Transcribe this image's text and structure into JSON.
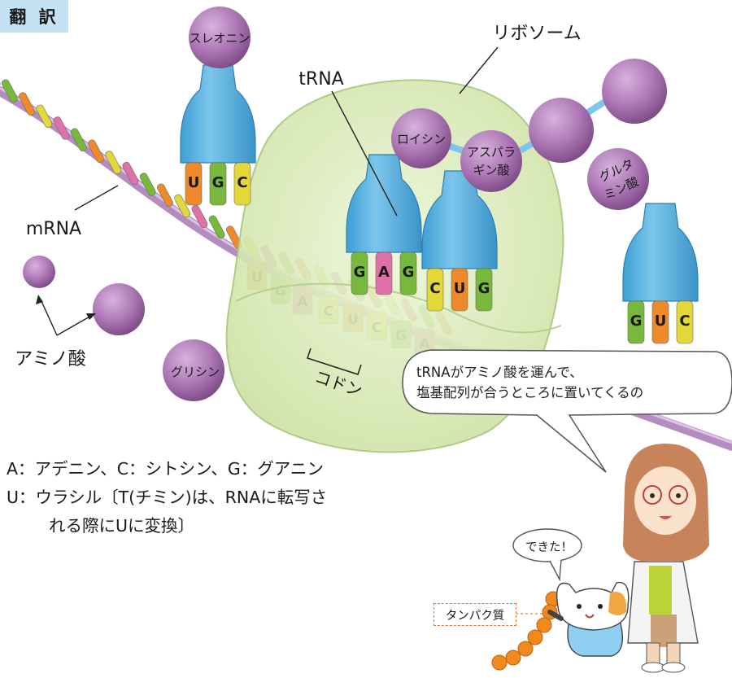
{
  "header": {
    "title": "翻 訳"
  },
  "labels": {
    "ribosome": "リボソーム",
    "trna": "tRNA",
    "mrna": "mRNA",
    "amino_acid": "アミノ酸",
    "codon": "コドン",
    "glycine": "グリシン",
    "threonine": "スレオニン",
    "leucine": "ロイシン",
    "asparagine_l1": "アスパラ",
    "asparagine_l2": "ギン酸",
    "glutamine_l1": "グルタ",
    "glutamine_l2": "ミン酸"
  },
  "anticodons": {
    "threonine": [
      "U",
      "G",
      "C"
    ],
    "leucine": [
      "G",
      "A",
      "G"
    ],
    "asparagine": [
      "C",
      "U",
      "G"
    ],
    "glutamine": [
      "G",
      "U",
      "C"
    ]
  },
  "mrna_codon_letters": [
    "U",
    "G",
    "A",
    "C",
    "U",
    "C",
    "G",
    "A"
  ],
  "legend": {
    "line1": "A：アデニン、C：シトシン、G：グアニン",
    "line2": "U：ウラシル〔T(チミン)は、RNAに転写さ",
    "line3": "れる際にUに変換〕"
  },
  "speech": {
    "line1": "tRNAがアミノ酸を運んで、",
    "line2": "塩基配列が合うところに置いてくるの",
    "done": "できた！"
  },
  "protein_tag": "タンパク質",
  "colors": {
    "title_bg": "#c4e2f4",
    "ribosome": "#dcebb9",
    "trna": "#5cb4e0",
    "amino_acid": "#b07ab8",
    "mrna_backbone": "#b48cc0",
    "base_U": "#ee8a2a",
    "base_G": "#78b83c",
    "base_C": "#e3d83a",
    "base_A": "#e070a8",
    "protein_beads": "#f08a1e"
  }
}
